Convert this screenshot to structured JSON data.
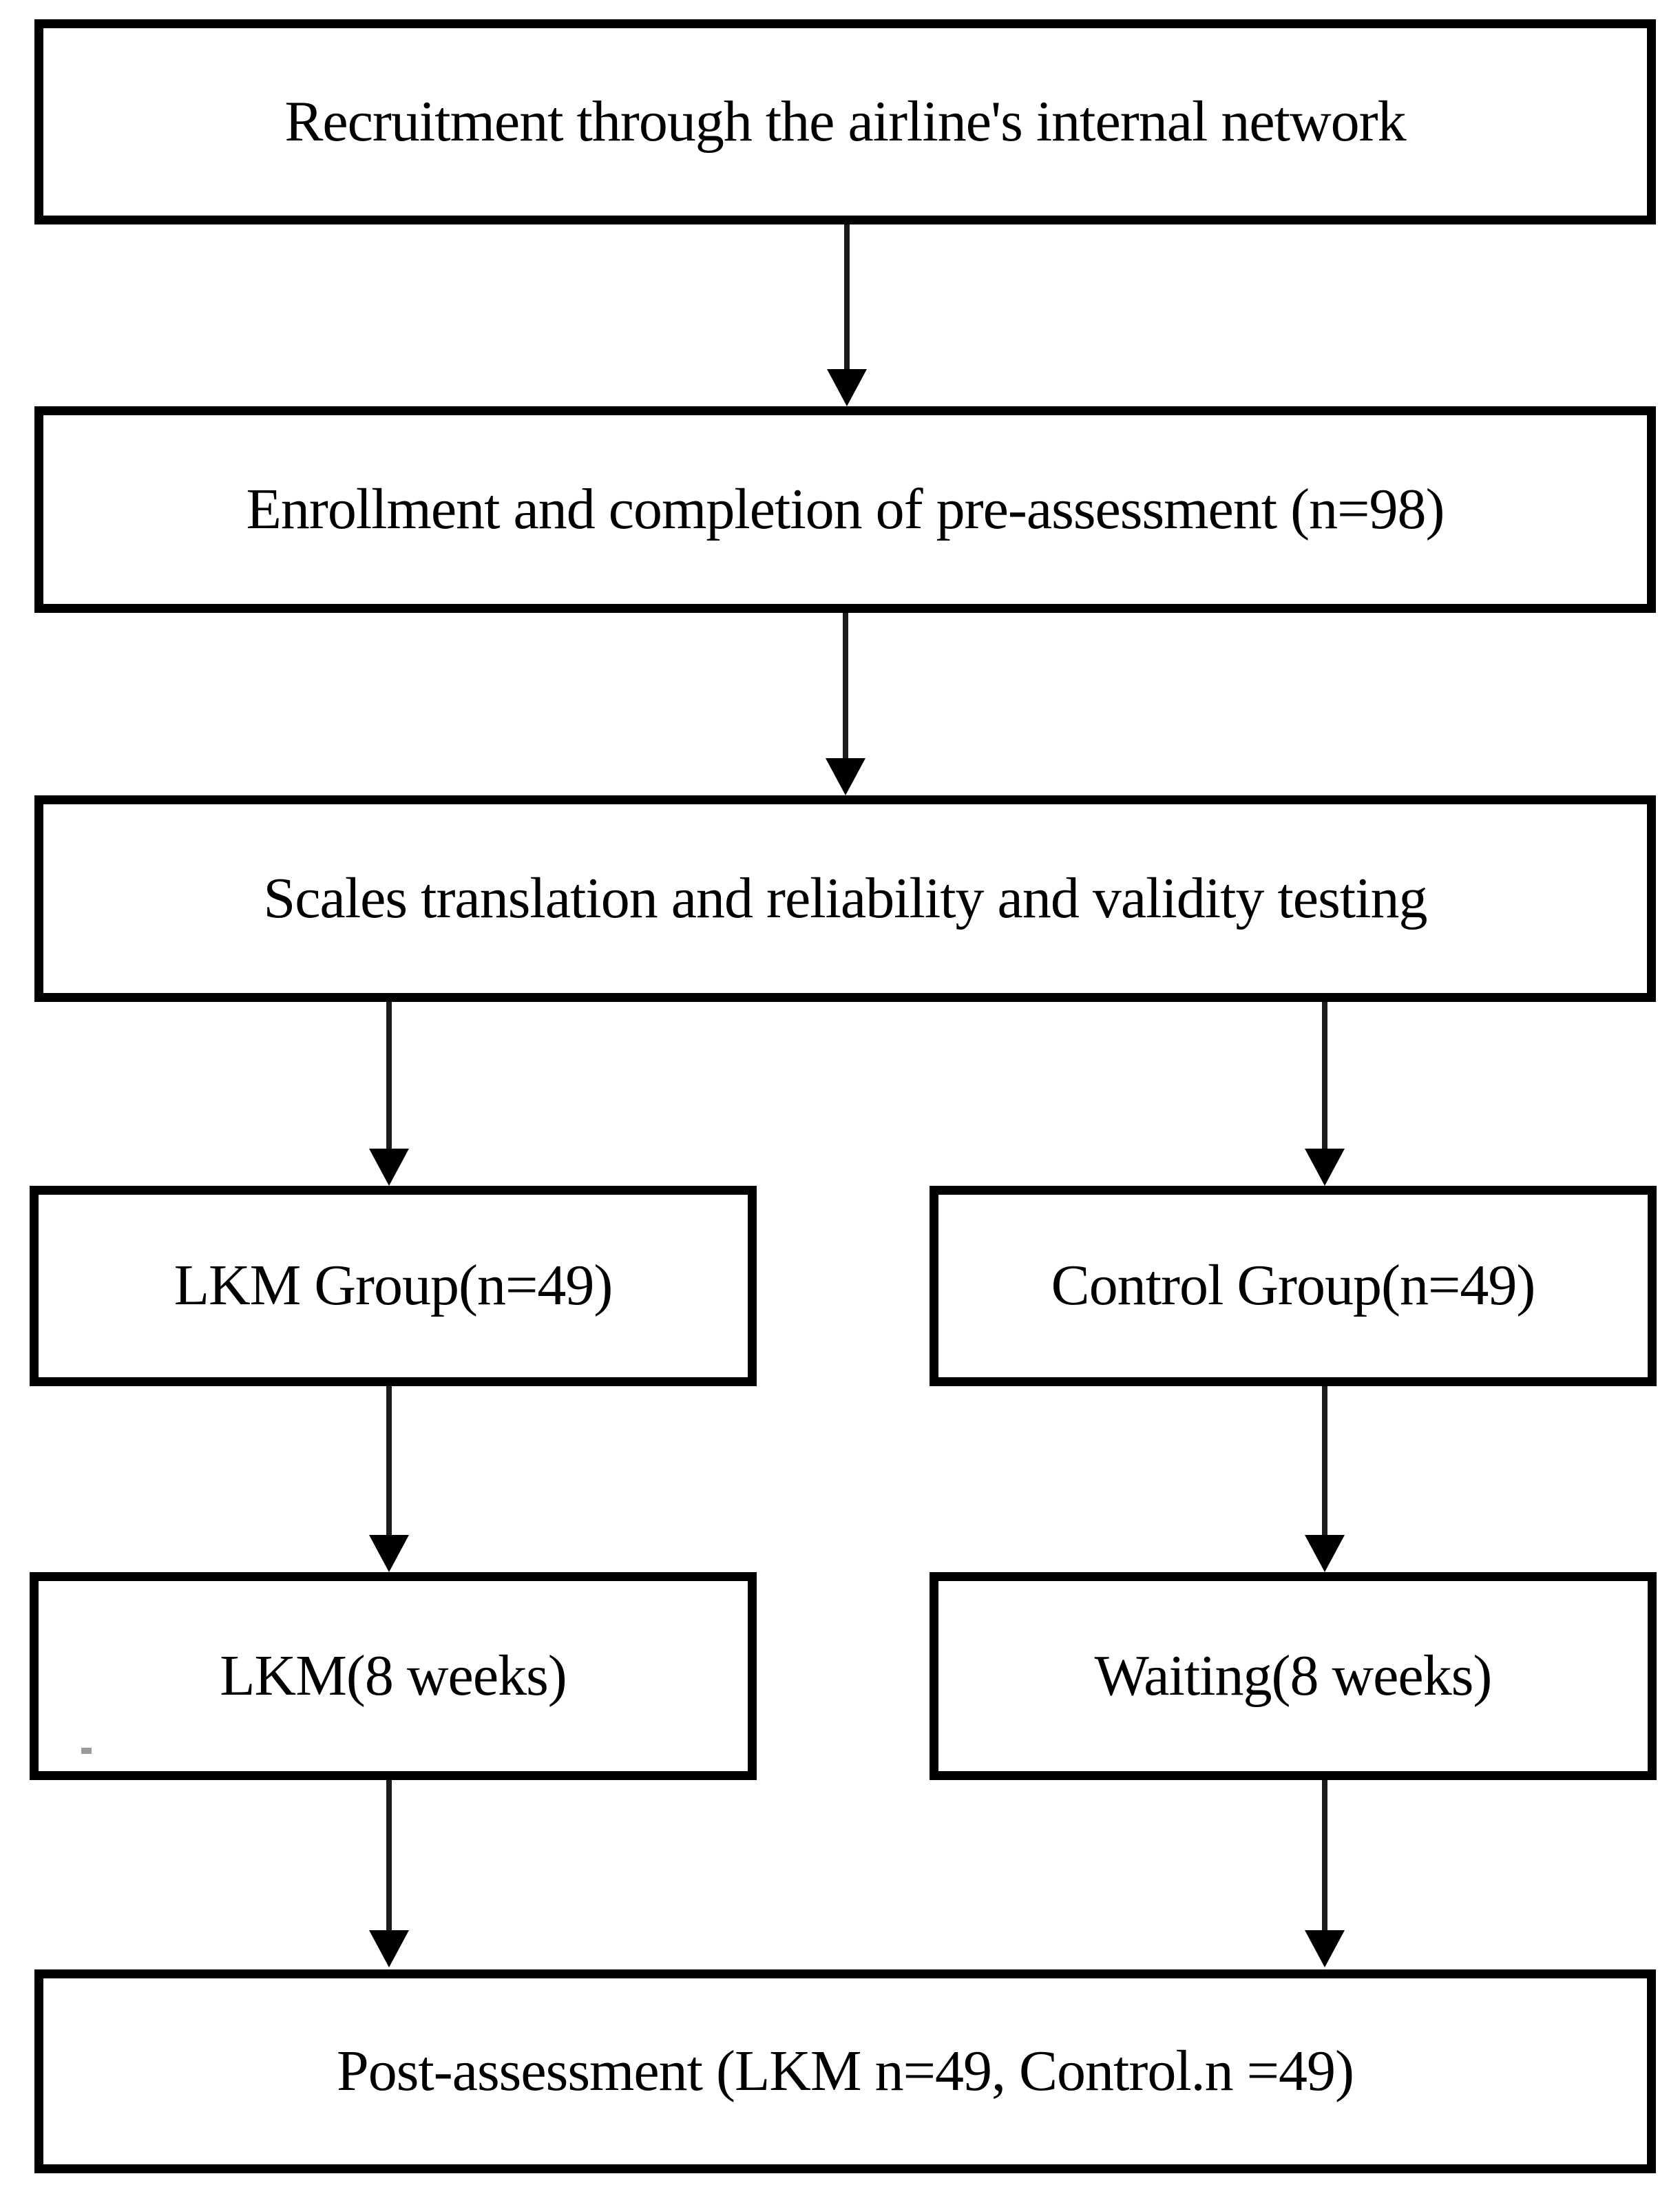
{
  "flowchart": {
    "type": "flowchart",
    "background_color": "#ffffff",
    "box_border_color": "#000000",
    "text_color": "#000000",
    "arrow_color": "#000000",
    "nodes": [
      {
        "id": "recruitment",
        "label": "Recruitment through the airline's internal network"
      },
      {
        "id": "enrollment",
        "label": "Enrollment and completion of pre-assessment (n=98)"
      },
      {
        "id": "scales_testing",
        "label": "Scales translation and reliability and validity testing"
      },
      {
        "id": "lkm_group",
        "label": "LKM Group(n=49)"
      },
      {
        "id": "control_group",
        "label": "Control Group(n=49)"
      },
      {
        "id": "lkm_8_weeks",
        "label": "LKM(8 weeks)"
      },
      {
        "id": "waiting_8_weeks",
        "label": "Waiting(8 weeks)"
      },
      {
        "id": "post_assessment",
        "label": "Post-assessment (LKM n=49, Control.n =49)"
      }
    ],
    "edges": [
      {
        "from": "recruitment",
        "to": "enrollment"
      },
      {
        "from": "enrollment",
        "to": "scales_testing"
      },
      {
        "from": "scales_testing",
        "to": "lkm_group"
      },
      {
        "from": "scales_testing",
        "to": "control_group"
      },
      {
        "from": "lkm_group",
        "to": "lkm_8_weeks"
      },
      {
        "from": "control_group",
        "to": "waiting_8_weeks"
      },
      {
        "from": "lkm_8_weeks",
        "to": "post_assessment"
      },
      {
        "from": "waiting_8_weeks",
        "to": "post_assessment"
      }
    ]
  }
}
